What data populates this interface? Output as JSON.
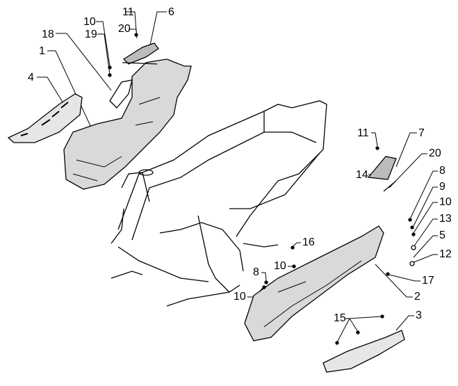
{
  "diagram": {
    "type": "exploded-parts-view",
    "line_color": "#000000",
    "part_fill": "#d9d9d9",
    "labels": [
      {
        "id": "l11a",
        "text": "11"
      },
      {
        "id": "l20a",
        "text": "20"
      },
      {
        "id": "l6",
        "text": "6"
      },
      {
        "id": "l10a",
        "text": "10"
      },
      {
        "id": "l19",
        "text": "19"
      },
      {
        "id": "l18",
        "text": "18"
      },
      {
        "id": "l1",
        "text": "1"
      },
      {
        "id": "l4",
        "text": "4"
      },
      {
        "id": "l11b",
        "text": "11"
      },
      {
        "id": "l7",
        "text": "7"
      },
      {
        "id": "l14",
        "text": "14"
      },
      {
        "id": "l20b",
        "text": "20"
      },
      {
        "id": "l8a",
        "text": "8"
      },
      {
        "id": "l9",
        "text": "9"
      },
      {
        "id": "l10b",
        "text": "10"
      },
      {
        "id": "l13",
        "text": "13"
      },
      {
        "id": "l5",
        "text": "5"
      },
      {
        "id": "l12",
        "text": "12"
      },
      {
        "id": "l16",
        "text": "16"
      },
      {
        "id": "l10c",
        "text": "10"
      },
      {
        "id": "l8b",
        "text": "8"
      },
      {
        "id": "l10d",
        "text": "10"
      },
      {
        "id": "l17",
        "text": "17"
      },
      {
        "id": "l2",
        "text": "2"
      },
      {
        "id": "l3",
        "text": "3"
      },
      {
        "id": "l15",
        "text": "15"
      }
    ]
  }
}
